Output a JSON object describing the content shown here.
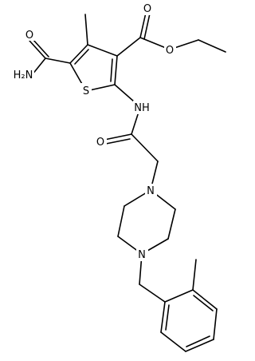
{
  "molecule": {
    "atom_labels": {
      "amide_nh2": "H₂N",
      "amide_o": "O",
      "thiophene_s": "S",
      "ester_carbonyl_o": "O",
      "ester_ether_o": "O",
      "acetamide_nh": "NH",
      "acetamide_o": "O",
      "piperazine_n_top": "N",
      "piperazine_n_bottom": "N"
    }
  }
}
